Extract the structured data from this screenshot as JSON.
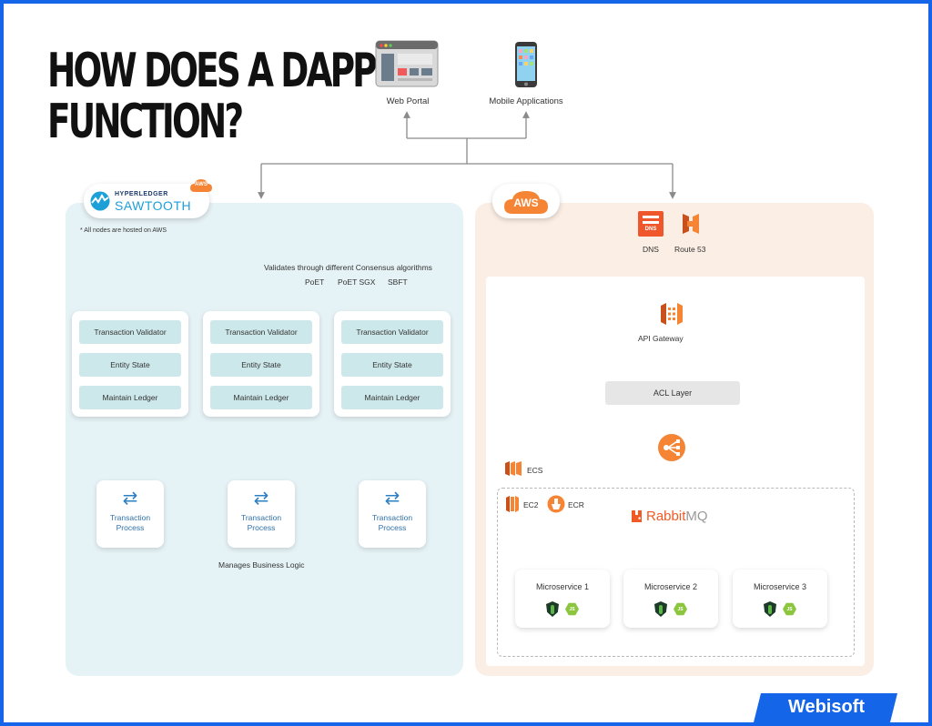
{
  "title": {
    "line1": "HOW DOES A DAPP",
    "line2": "FUNCTION?"
  },
  "clients": {
    "web_portal": "Web Portal",
    "mobile": "Mobile Applications"
  },
  "sawtooth": {
    "logo_top": "HYPERLEDGER",
    "logo_bottom": "SAWTOOTH",
    "aws_badge": "AWS",
    "note": "* All nodes are hosted on AWS",
    "consensus_title": "Validates through different Consensus algorithms",
    "consensus": [
      "PoET",
      "PoET SGX",
      "SBFT"
    ],
    "nodes": [
      {
        "validator": "Transaction Validator",
        "state": "Entity State",
        "ledger": "Maintain Ledger"
      },
      {
        "validator": "Transaction Validator",
        "state": "Entity State",
        "ledger": "Maintain Ledger"
      },
      {
        "validator": "Transaction Validator",
        "state": "Entity State",
        "ledger": "Maintain Ledger"
      }
    ],
    "processes": [
      {
        "line1": "Transaction",
        "line2": "Process"
      },
      {
        "line1": "Transaction",
        "line2": "Process"
      },
      {
        "line1": "Transaction",
        "line2": "Process"
      }
    ],
    "business_logic": "Manages Business Logic"
  },
  "aws": {
    "badge": "AWS",
    "dns": "DNS",
    "dns_icon_text": "DNS",
    "route53": "Route 53",
    "api_gateway": "API Gateway",
    "acl": "ACL Layer",
    "ecs": "ECS",
    "ec2": "EC2",
    "ecr": "ECR",
    "rabbit_a": "Rabbit",
    "rabbit_b": "MQ",
    "microservices": [
      "Microservice 1",
      "Microservice 2",
      "Microservice 3"
    ],
    "node_badge": "JS"
  },
  "brand": "Webisoft",
  "colors": {
    "frame": "#1565e8",
    "aws_orange": "#f58534",
    "sawtooth_blue": "#1d9fd8",
    "rabbit_orange": "#f15a24"
  }
}
